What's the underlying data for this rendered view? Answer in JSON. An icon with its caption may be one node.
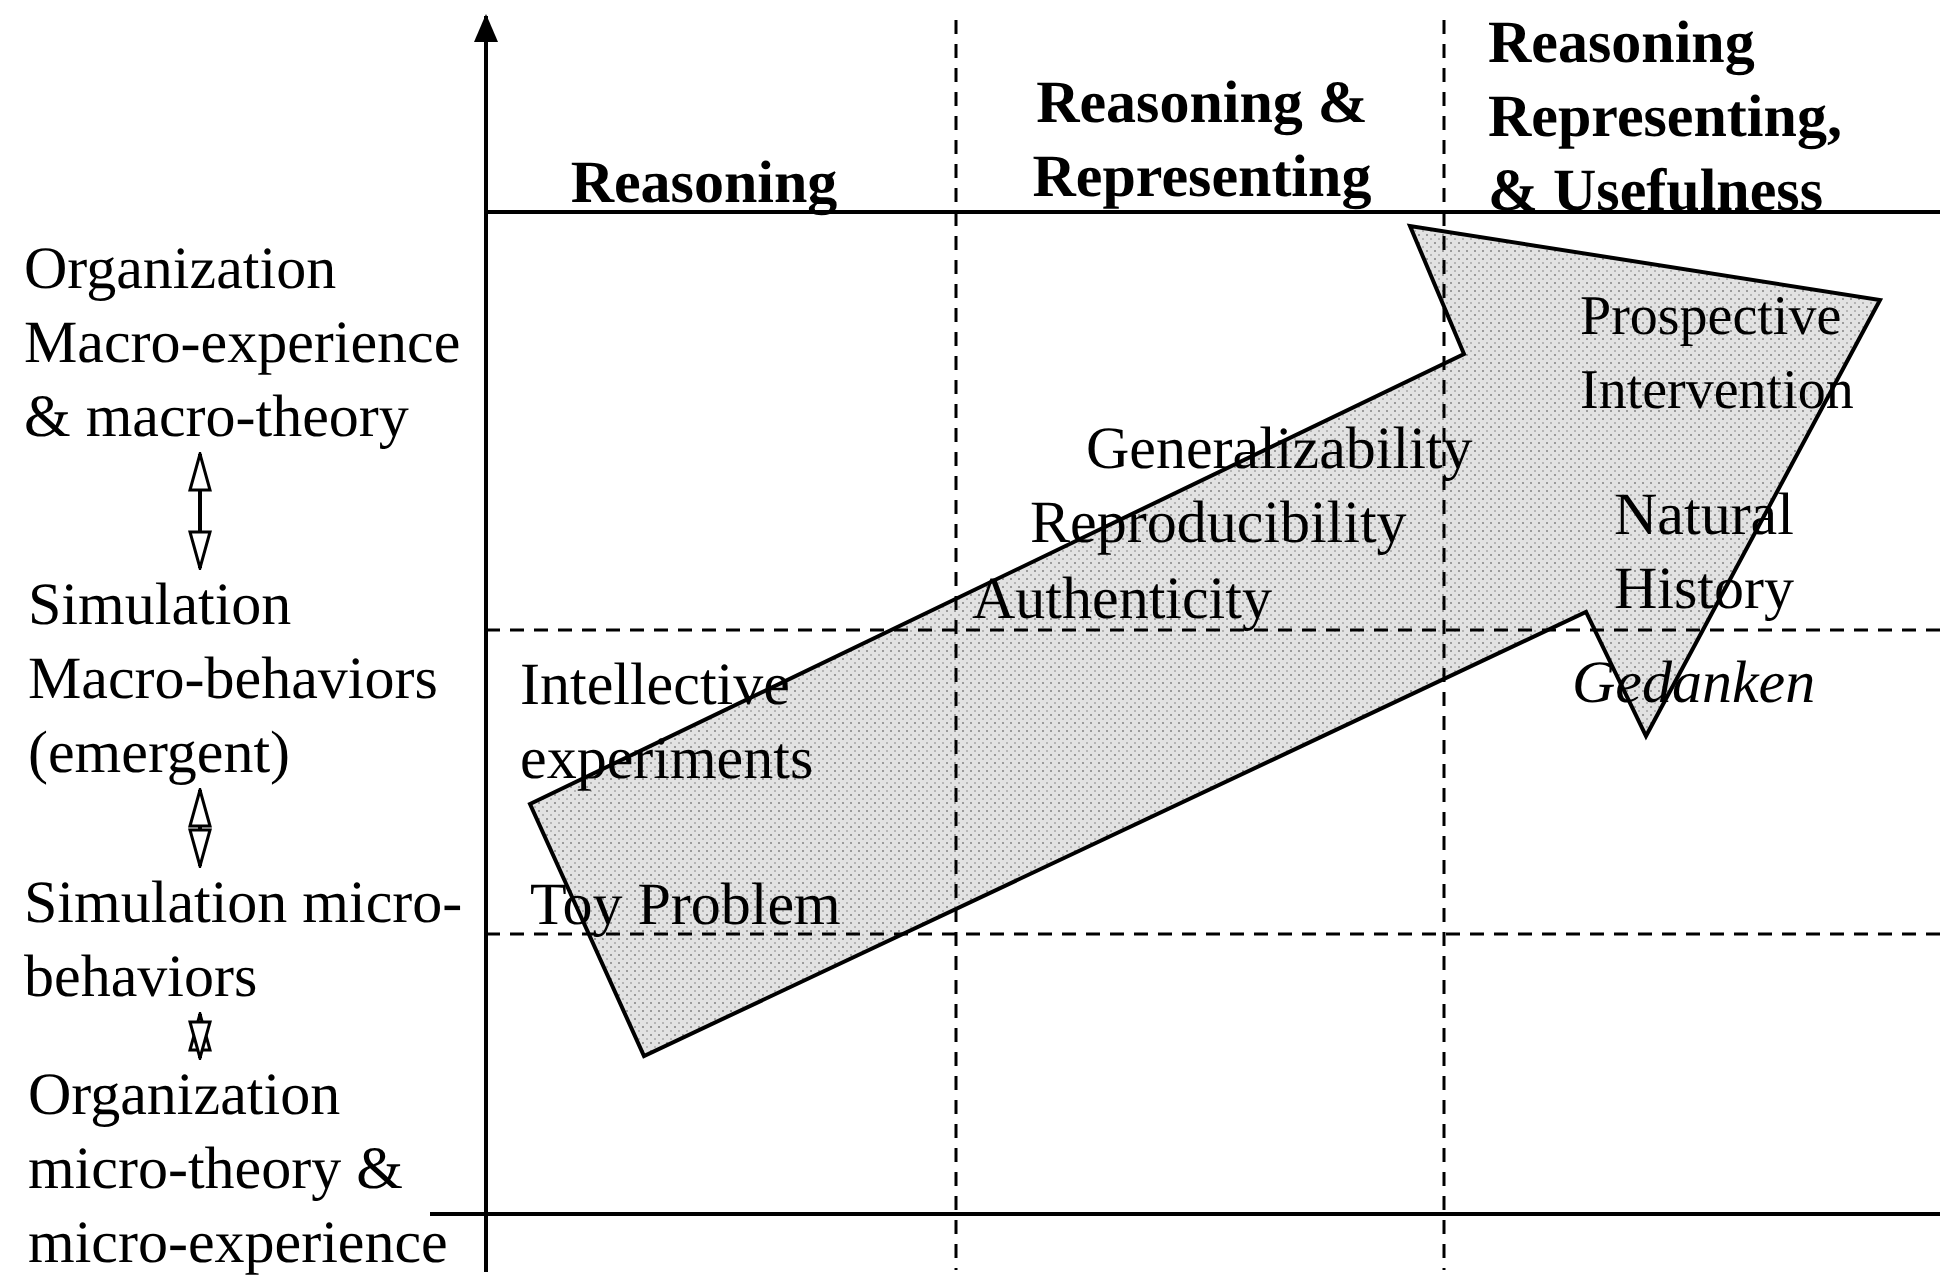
{
  "diagram": {
    "nodes": [
      {
        "text": [
          "Organization Macro-experience & macro-theory"
        ]
      },
      {
        "text": [
          "Simulation Macro-behaviors (emergent)"
        ]
      },
      {
        "text": [
          "Simulation micro-behaviors"
        ]
      },
      {
        "text": [
          "Organization micro-theory & micro-experience"
        ]
      }
    ],
    "edges": [
      {
        "from": 0,
        "to": 1,
        "arrow": "both"
      },
      {
        "from": 1,
        "to": 2,
        "arrow": "both"
      },
      {
        "from": 2,
        "to": 3,
        "arrow": "both"
      }
    ],
    "labels": [
      "Reasoning",
      "Reasoning & Representing",
      "Reasoning Representing, & Usefulness",
      "Prospective Intervention",
      "Generalizability",
      "Natural History",
      "Reproducibility",
      "Authenticity",
      "Intellective experiments",
      "Gedanken",
      "Toy Problem"
    ]
  }
}
